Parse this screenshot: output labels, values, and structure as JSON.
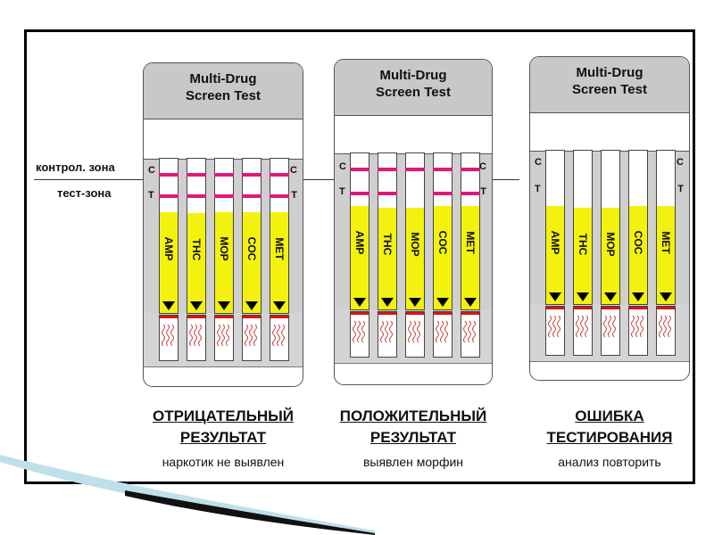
{
  "zones": {
    "control_label": "контрол. зона",
    "test_label": "тест-зона"
  },
  "card": {
    "title": "Multi-Drug",
    "subtitle": "Screen Test"
  },
  "markers": {
    "control": "C",
    "test": "T"
  },
  "drugs": [
    "AMP",
    "THC",
    "MOP",
    "COC",
    "MET"
  ],
  "cards": [
    {
      "result_title_line1": "ОТРИЦАТЕЛЬНЫЙ",
      "result_title_line2": "РЕЗУЛЬТАТ",
      "note": "наркотик не выявлен",
      "control_band": [
        true,
        true,
        true,
        true,
        true
      ],
      "test_band": [
        true,
        true,
        true,
        true,
        true
      ]
    },
    {
      "result_title_line1": "ПОЛОЖИТЕЛЬНЫЙ",
      "result_title_line2": "РЕЗУЛЬТАТ",
      "note": "выявлен морфин",
      "control_band": [
        true,
        true,
        true,
        true,
        true
      ],
      "test_band": [
        true,
        true,
        false,
        true,
        true
      ]
    },
    {
      "result_title_line1": "ОШИБКА",
      "result_title_line2": "ТЕСТИРОВАНИЯ",
      "note": "анализ повторить",
      "control_band": [
        false,
        false,
        false,
        false,
        false
      ],
      "test_band": [
        false,
        false,
        false,
        false,
        false
      ]
    }
  ],
  "colors": {
    "band": "#e0187a",
    "strip_yellow": "#f2f20e",
    "header_gray": "#c8c8c8",
    "red_line": "#dd1111"
  }
}
